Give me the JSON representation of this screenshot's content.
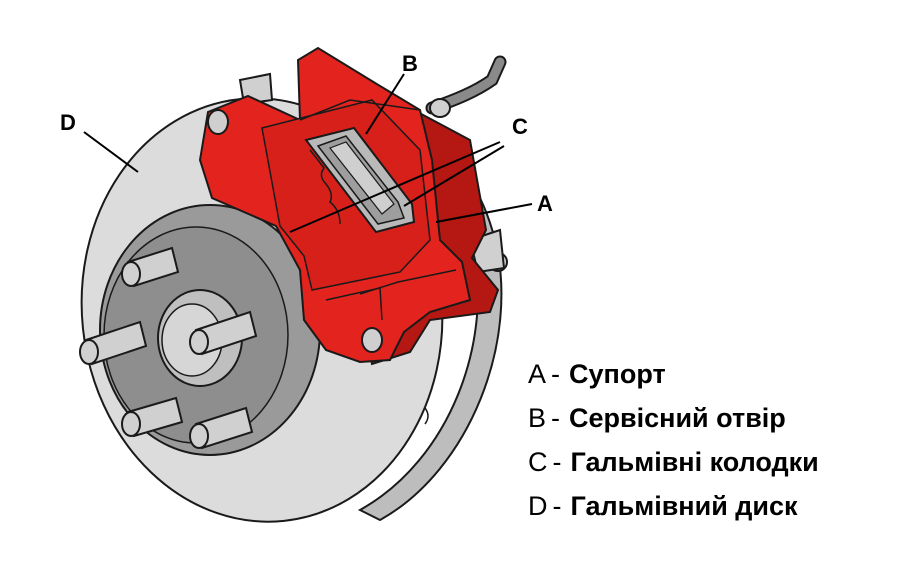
{
  "callouts": {
    "a": "A",
    "b": "B",
    "c": "C",
    "d": "D"
  },
  "legend": [
    {
      "letter": "A",
      "dash": "-",
      "text": "Супорт"
    },
    {
      "letter": "B",
      "dash": "-",
      "text": "Сервісний отвір"
    },
    {
      "letter": "C",
      "dash": "-",
      "text": "Гальмівні колодки"
    },
    {
      "letter": "D",
      "dash": "-",
      "text": "Гальмівний диск"
    }
  ],
  "colors": {
    "caliper": "#e3231d",
    "caliper_dark": "#b51712",
    "disc": "#d9d9d9",
    "hub": "#8c8c8c",
    "pad": "#c8c8c8",
    "outline": "#1a1a1a"
  }
}
